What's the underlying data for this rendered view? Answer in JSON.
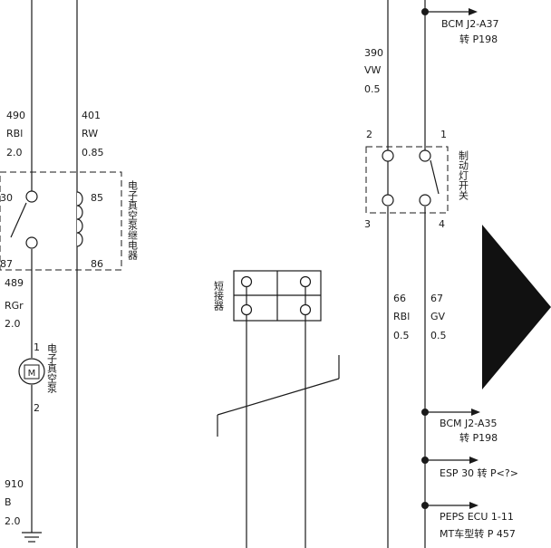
{
  "wires": {
    "w390": {
      "num": "390",
      "color": "VW",
      "size": "0.5"
    },
    "w490": {
      "num": "490",
      "color": "RBl",
      "size": "2.0"
    },
    "w401": {
      "num": "401",
      "color": "RW",
      "size": "0.85"
    },
    "w489": {
      "num": "489",
      "color": "RGr",
      "size": "2.0"
    },
    "w910": {
      "num": "910",
      "color": "B",
      "size": "2.0"
    },
    "w66": {
      "num": "66",
      "color": "RBl",
      "size": "0.5"
    },
    "w67": {
      "num": "67",
      "color": "GV",
      "size": "0.5"
    }
  },
  "relay": {
    "label": "电子真空泵继电器",
    "pin30": "30",
    "pin85": "85",
    "pin87": "87",
    "pin86": "86"
  },
  "pump": {
    "label": "电子真空泵",
    "symbol": "M",
    "pin1": "1",
    "pin2": "2"
  },
  "short_connector": {
    "label": "短接器"
  },
  "brake_switch": {
    "label": "制动灯开关",
    "pin1": "1",
    "pin2": "2",
    "pin3": "3",
    "pin4": "4"
  },
  "refs": {
    "bcm_a37": {
      "line1": "BCM J2-A37",
      "line2": "转 P198"
    },
    "bcm_a35": {
      "line1": "BCM J2-A35",
      "line2": "转 P198"
    },
    "esp": {
      "line1": "ESP 30 转 P<?>"
    },
    "peps": {
      "line1": "PEPS ECU 1-11",
      "line2": "MT车型转 P 457"
    }
  },
  "colors": {
    "ink": "#1a1a1a",
    "arrow_fill": "#111111",
    "background": "#ffffff"
  }
}
